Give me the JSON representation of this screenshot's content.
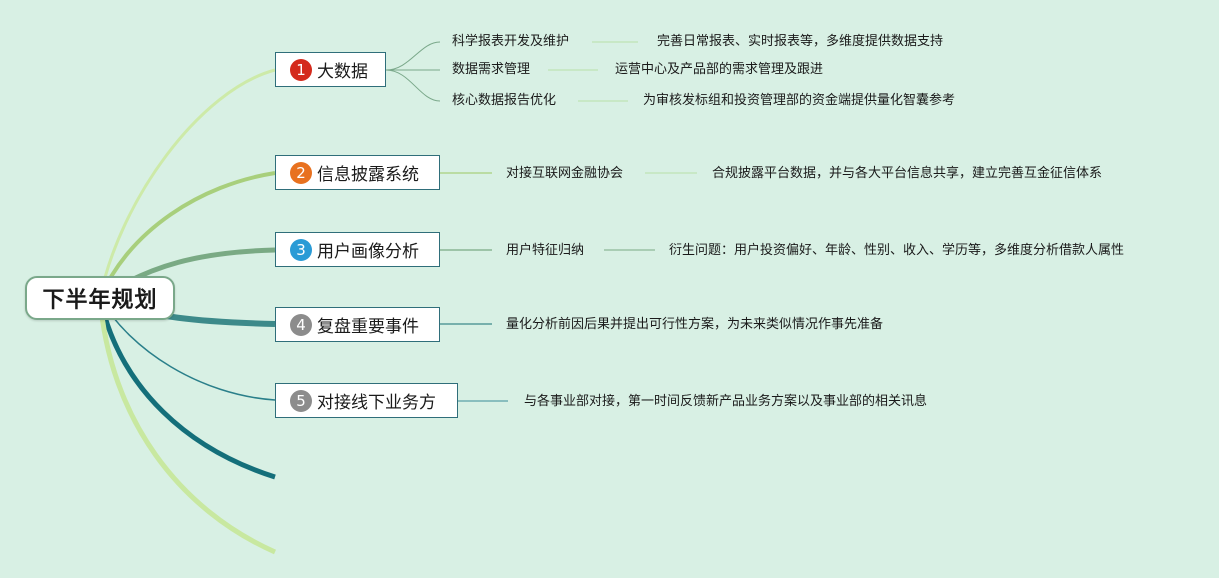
{
  "root": {
    "label": "下半年规划"
  },
  "colors": {
    "background": "#d8f0e4",
    "badge1": "#d42a1c",
    "badge2": "#e8711f",
    "badge3": "#2a9bd6",
    "badge4": "#8c8c8c",
    "badge5": "#8c8c8c",
    "branch_light": "#bfe39a",
    "branch_dark": "#146f7a"
  },
  "topics": [
    {
      "number": "1",
      "label": "大数据",
      "children": [
        {
          "label": "科学报表开发及维护",
          "detail": "完善日常报表、实时报表等，多维度提供数据支持"
        },
        {
          "label": "数据需求管理",
          "detail": "运营中心及产品部的需求管理及跟进"
        },
        {
          "label": "核心数据报告优化",
          "detail": "为审核发标组和投资管理部的资金端提供量化智囊参考"
        }
      ]
    },
    {
      "number": "2",
      "label": "信息披露系统",
      "children": [
        {
          "label": "对接互联网金融协会",
          "detail": "合规披露平台数据，并与各大平台信息共享，建立完善互金征信体系"
        }
      ]
    },
    {
      "number": "3",
      "label": "用户画像分析",
      "children": [
        {
          "label": "用户特征归纳",
          "detail": "衍生问题：用户投资偏好、年龄、性别、收入、学历等，多维度分析借款人属性"
        }
      ]
    },
    {
      "number": "4",
      "label": "复盘重要事件",
      "children": [
        {
          "label": "量化分析前因后果并提出可行性方案，为未来类似情况作事先准备"
        }
      ]
    },
    {
      "number": "5",
      "label": "对接线下业务方",
      "children": [
        {
          "label": "与各事业部对接，第一时间反馈新产品业务方案以及事业部的相关讯息"
        }
      ]
    }
  ]
}
